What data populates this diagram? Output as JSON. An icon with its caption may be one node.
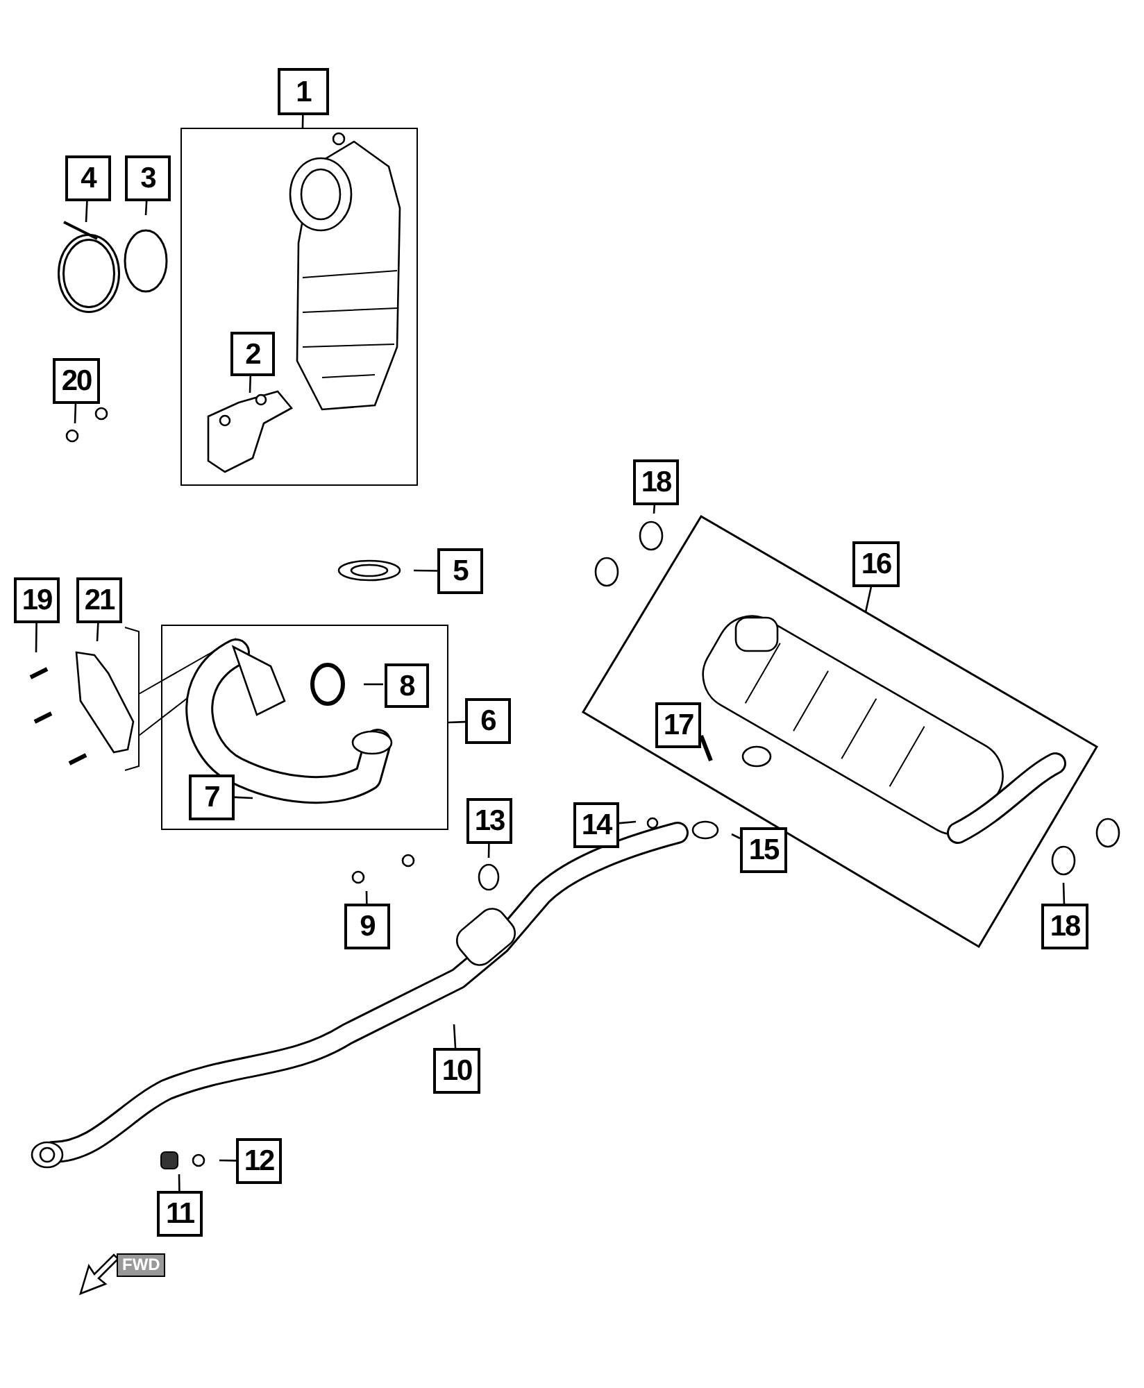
{
  "diagram": {
    "nodes": [
      {
        "text": [
          "1"
        ]
      },
      {
        "text": [],
        "shape": "box"
      },
      {
        "text": [
          "4"
        ]
      },
      {
        "text": [
          "3"
        ]
      },
      {
        "text": [
          "2"
        ],
        "in": 1
      },
      {
        "text": [
          "20"
        ]
      },
      {
        "text": [
          "18"
        ]
      },
      {
        "text": [
          "5"
        ]
      },
      {
        "text": [
          "16"
        ]
      },
      {
        "text": [],
        "shape": "box"
      },
      {
        "text": [
          "19"
        ]
      },
      {
        "text": [
          "21"
        ]
      },
      {
        "text": [],
        "shape": "box"
      },
      {
        "text": [
          "8"
        ],
        "in": 12
      },
      {
        "text": [
          "6"
        ]
      },
      {
        "text": [
          "7"
        ],
        "in": 12
      },
      {
        "text": [
          "17"
        ],
        "in": 9
      },
      {
        "text": [
          "13"
        ]
      },
      {
        "text": [
          "14"
        ]
      },
      {
        "text": [
          "15"
        ]
      },
      {
        "text": [
          "9"
        ]
      },
      {
        "text": [
          "18"
        ]
      },
      {
        "text": [
          "10"
        ]
      },
      {
        "text": [
          "12"
        ]
      },
      {
        "text": [
          "11"
        ]
      }
    ],
    "edges": [
      {
        "from": 0,
        "to": 1,
        "arrow": "none"
      },
      {
        "from": 2,
        "to": null,
        "arrow": "none"
      },
      {
        "from": 3,
        "to": null,
        "arrow": "none"
      },
      {
        "from": 4,
        "to": null,
        "arrow": "none"
      },
      {
        "from": 5,
        "to": null,
        "arrow": "none"
      },
      {
        "from": 6,
        "to": null,
        "arrow": "none"
      },
      {
        "from": 7,
        "to": null,
        "arrow": "none"
      },
      {
        "from": 8,
        "to": 9,
        "arrow": "none"
      },
      {
        "from": 10,
        "to": null,
        "arrow": "none"
      },
      {
        "from": 11,
        "to": null,
        "arrow": "none"
      },
      {
        "from": 13,
        "to": null,
        "arrow": "none"
      },
      {
        "from": 14,
        "to": 12,
        "arrow": "none"
      },
      {
        "from": 15,
        "to": null,
        "arrow": "none"
      },
      {
        "from": 17,
        "to": null,
        "arrow": "none"
      },
      {
        "from": 18,
        "to": null,
        "arrow": "none"
      },
      {
        "from": 19,
        "to": null,
        "arrow": "none"
      },
      {
        "from": 20,
        "to": null,
        "arrow": "none"
      },
      {
        "from": 21,
        "to": null,
        "arrow": "none"
      },
      {
        "from": 22,
        "to": null,
        "arrow": "none"
      },
      {
        "from": 23,
        "to": null,
        "arrow": "none"
      },
      {
        "from": 24,
        "to": null,
        "arrow": "none"
      }
    ],
    "labels": [
      "FWD"
    ]
  }
}
